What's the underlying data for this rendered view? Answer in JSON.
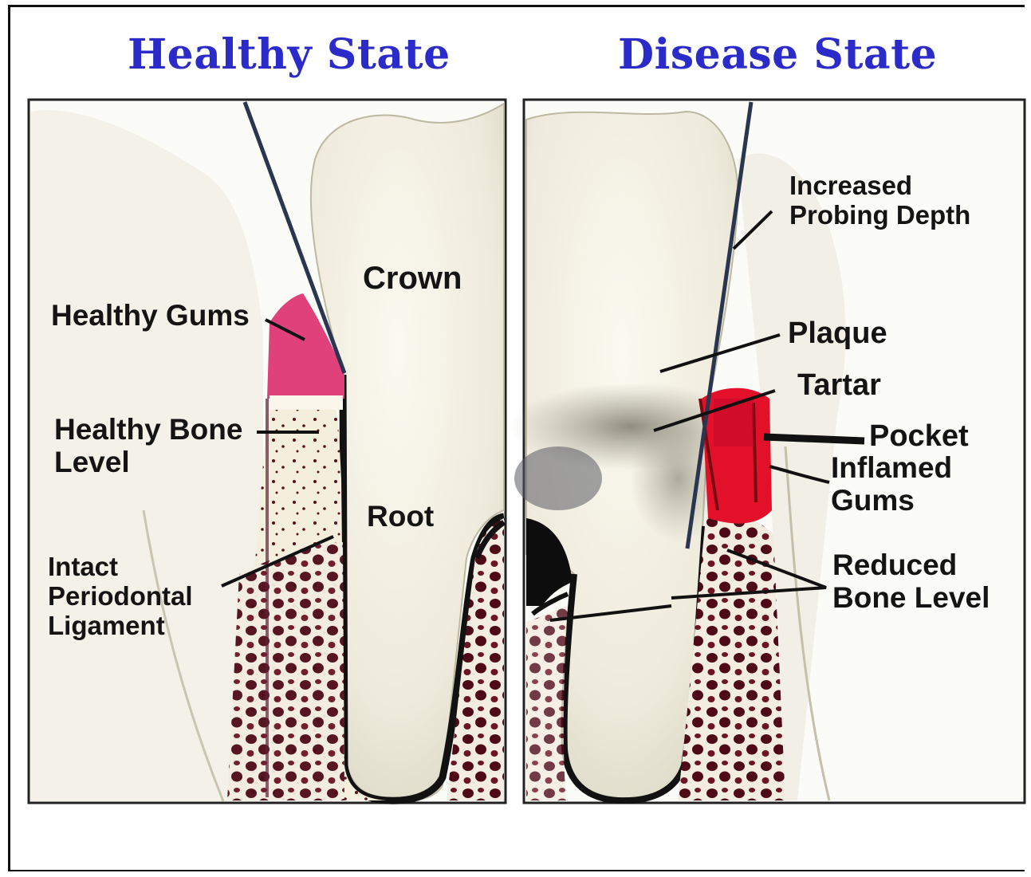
{
  "titles": {
    "healthy": "Healthy State",
    "disease": "Disease State"
  },
  "colors": {
    "title": "#2b2bc9",
    "healthy_gum": "#e0417a",
    "inflamed_gum": "#e3102a",
    "bone_marrow": "#6b0f1e",
    "tooth": "#f4f1e2",
    "plaque": "#8f8c7a"
  },
  "healthy_labels": {
    "crown": "Crown",
    "root": "Root",
    "healthy_gums": "Healthy Gums",
    "healthy_bone_1": "Healthy Bone",
    "healthy_bone_2": "Level",
    "ligament_1": "Intact",
    "ligament_2": "Periodontal",
    "ligament_3": "Ligament"
  },
  "disease_labels": {
    "probing_1": "Increased",
    "probing_2": "Probing Depth",
    "plaque": "Plaque",
    "tartar": "Tartar",
    "pocket": "Pocket",
    "inflamed_1": "Inflamed",
    "inflamed_2": "Gums",
    "reduced_1": "Reduced",
    "reduced_2": "Bone Level"
  }
}
